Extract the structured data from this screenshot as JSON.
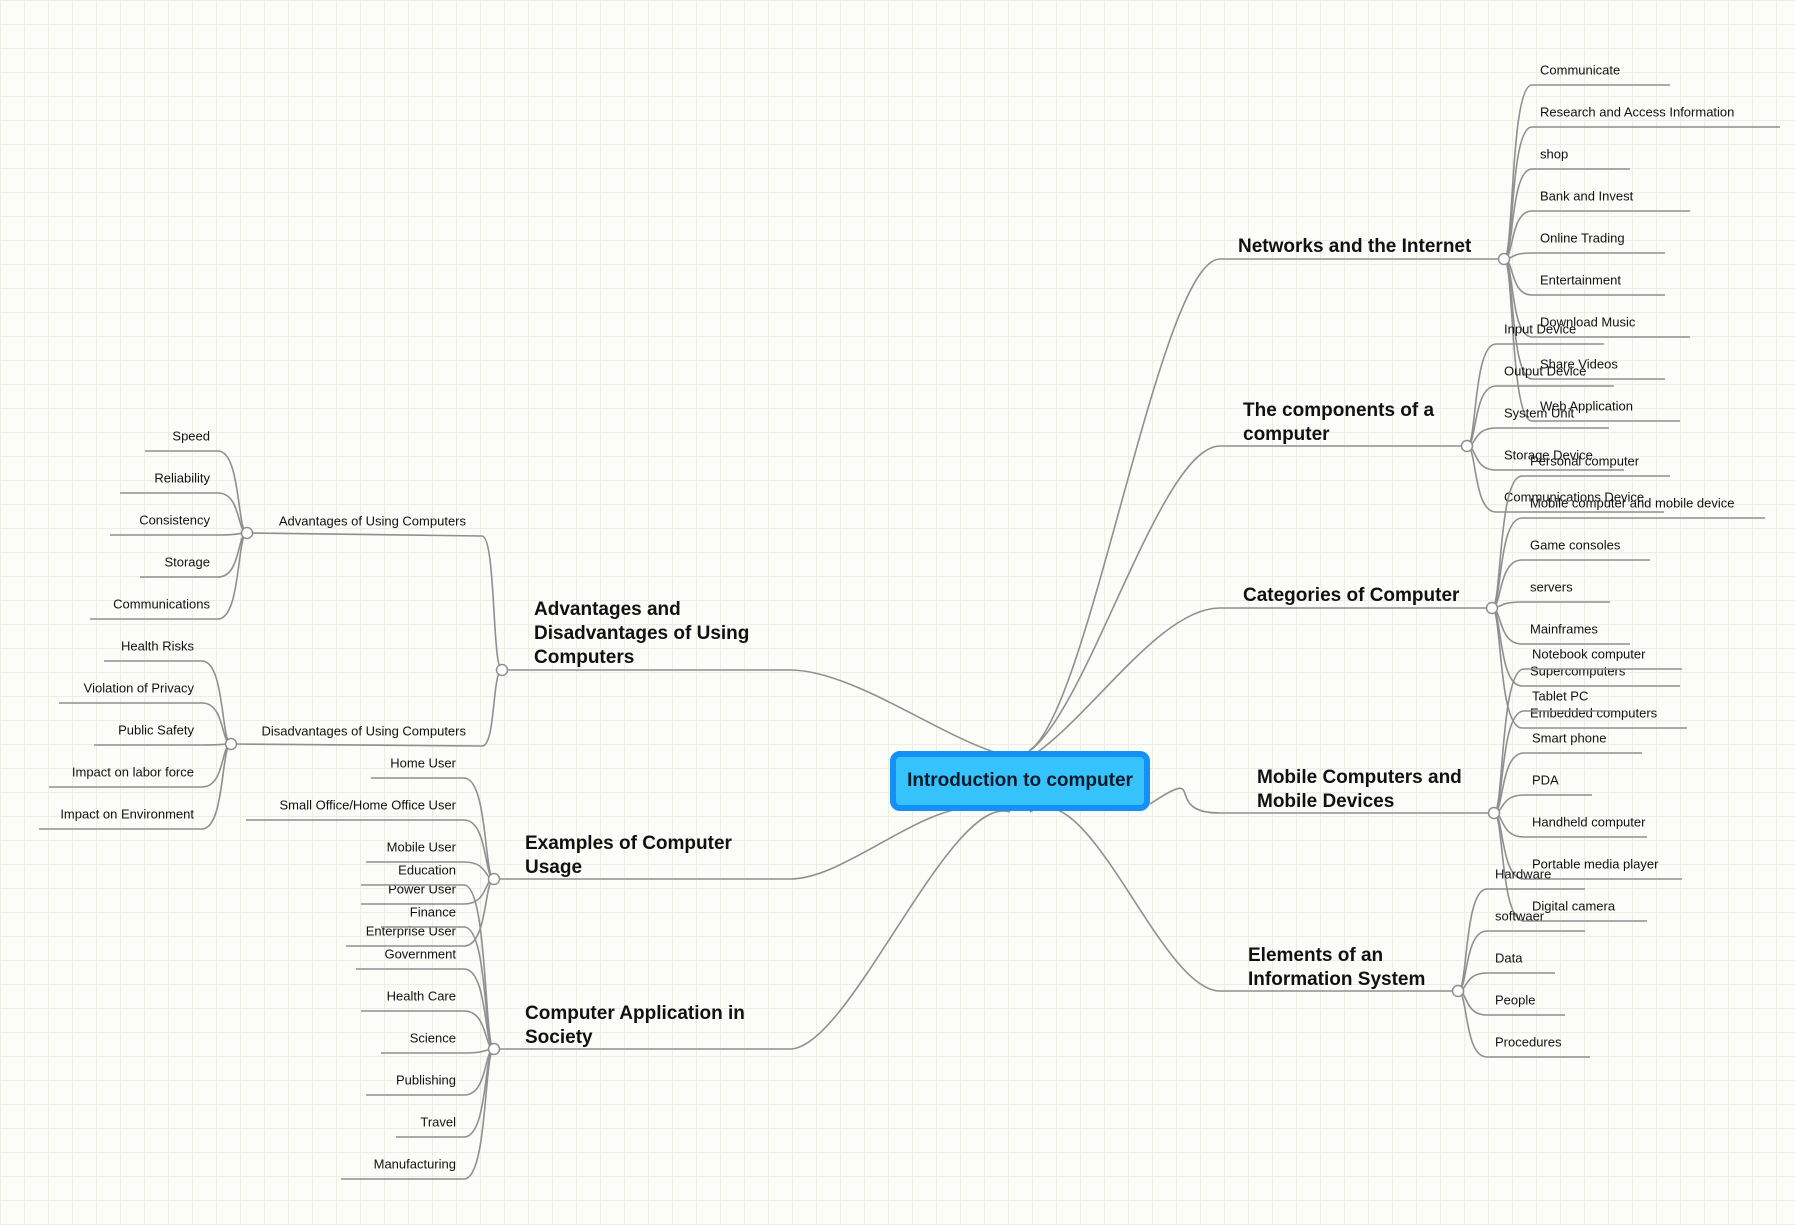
{
  "root": {
    "label": "Introduction to computer"
  },
  "branches": [
    {
      "id": "networks",
      "label": [
        "Networks and the Internet"
      ],
      "children": [
        {
          "label": "Communicate"
        },
        {
          "label": "Research and Access Information"
        },
        {
          "label": "shop"
        },
        {
          "label": "Bank and Invest"
        },
        {
          "label": "Online Trading"
        },
        {
          "label": "Entertainment"
        },
        {
          "label": "Download Music"
        },
        {
          "label": "Share Videos"
        },
        {
          "label": "Web Application"
        }
      ]
    },
    {
      "id": "components",
      "label": [
        "The components of a",
        "computer"
      ],
      "children": [
        {
          "label": "Input Device"
        },
        {
          "label": "Output Device"
        },
        {
          "label": "System Unit"
        },
        {
          "label": "Storage Device"
        },
        {
          "label": "Communications Device"
        }
      ]
    },
    {
      "id": "categories",
      "label": [
        "Categories of Computer"
      ],
      "children": [
        {
          "label": "Personal computer"
        },
        {
          "label": "Mobile computer and mobile device"
        },
        {
          "label": "Game consoles"
        },
        {
          "label": "servers"
        },
        {
          "label": "Mainframes"
        },
        {
          "label": "Supercomputers"
        },
        {
          "label": "Embedded computers"
        }
      ]
    },
    {
      "id": "mobile",
      "label": [
        "Mobile Computers and",
        "Mobile Devices"
      ],
      "children": [
        {
          "label": "Notebook computer"
        },
        {
          "label": "Tablet PC"
        },
        {
          "label": "Smart phone"
        },
        {
          "label": "PDA"
        },
        {
          "label": "Handheld computer"
        },
        {
          "label": "Portable media player"
        },
        {
          "label": "Digital camera"
        }
      ]
    },
    {
      "id": "elements",
      "label": [
        "Elements of an",
        "Information System"
      ],
      "children": [
        {
          "label": "Hardware"
        },
        {
          "label": "softwaer"
        },
        {
          "label": "Data"
        },
        {
          "label": "People"
        },
        {
          "label": "Procedures"
        }
      ]
    },
    {
      "id": "advdis",
      "label": [
        "Advantages and",
        "Disadvantages of Using",
        "Computers"
      ],
      "children": [
        {
          "label": "Advantages of Using Computers",
          "children": [
            {
              "label": "Speed"
            },
            {
              "label": "Reliability"
            },
            {
              "label": "Consistency"
            },
            {
              "label": "Storage"
            },
            {
              "label": "Communications"
            }
          ]
        },
        {
          "label": "Disadvantages of Using Computers",
          "children": [
            {
              "label": "Health Risks"
            },
            {
              "label": "Violation of Privacy"
            },
            {
              "label": "Public Safety"
            },
            {
              "label": "Impact on labor force"
            },
            {
              "label": "Impact on Environment"
            }
          ]
        }
      ]
    },
    {
      "id": "examples",
      "label": [
        "Examples of Computer",
        "Usage"
      ],
      "children": [
        {
          "label": "Home User"
        },
        {
          "label": "Small Office/Home Office User"
        },
        {
          "label": "Mobile User"
        },
        {
          "label": "Power User"
        },
        {
          "label": "Enterprise User"
        }
      ]
    },
    {
      "id": "society",
      "label": [
        "Computer Application in",
        "Society"
      ],
      "children": [
        {
          "label": "Education"
        },
        {
          "label": "Finance"
        },
        {
          "label": "Government"
        },
        {
          "label": "Health Care"
        },
        {
          "label": "Science"
        },
        {
          "label": "Publishing"
        },
        {
          "label": "Travel"
        },
        {
          "label": "Manufacturing"
        }
      ]
    }
  ]
}
